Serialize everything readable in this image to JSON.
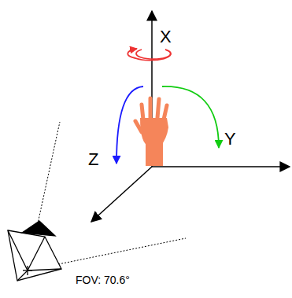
{
  "diagram": {
    "labels": [
      "X",
      "Y",
      "Z",
      "FOV: 70.6°"
    ]
  }
}
